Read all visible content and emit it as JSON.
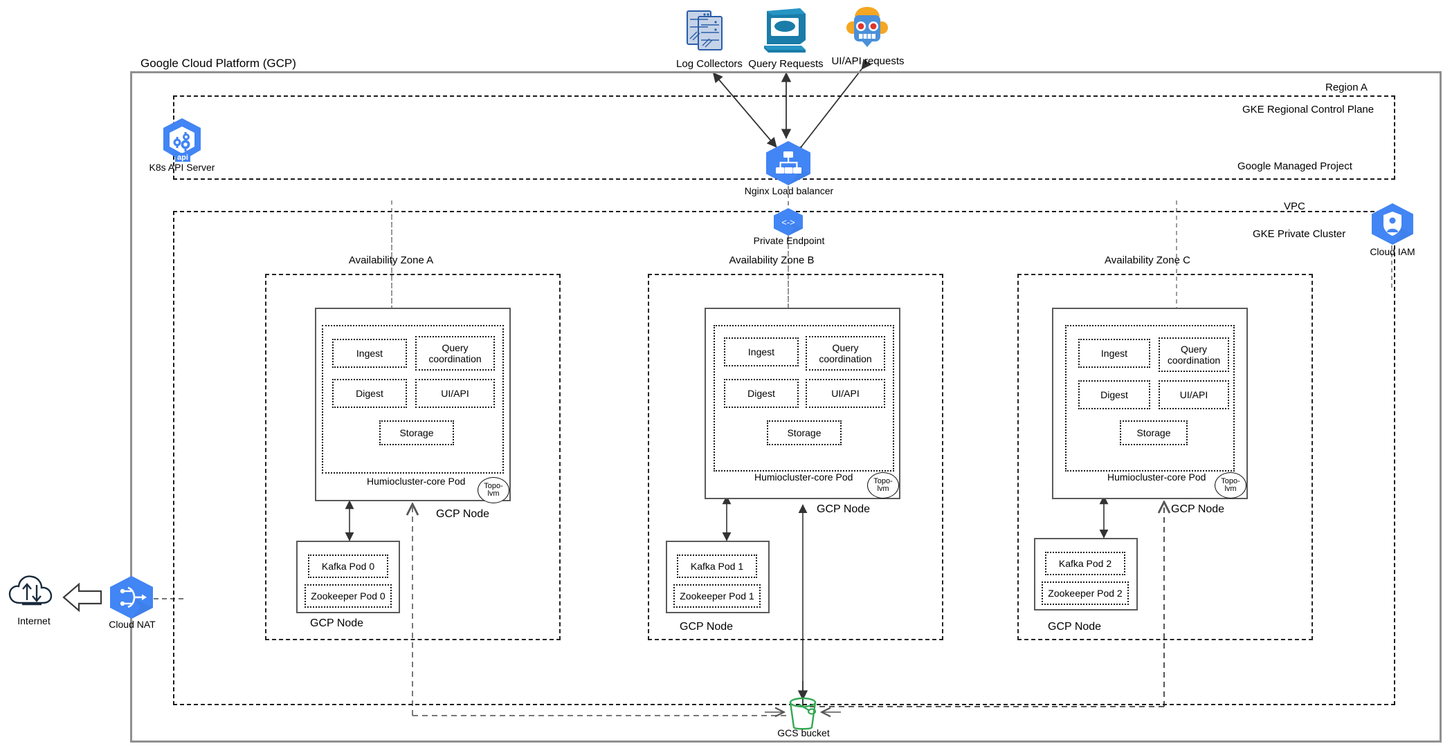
{
  "diagram": {
    "title": "Google Cloud Platform (GCP)",
    "type": "architecture-diagram"
  },
  "external_clients": [
    {
      "id": "log-collectors",
      "label": "Log Collectors",
      "icon": "servers-icon"
    },
    {
      "id": "query-requests",
      "label": "Query Requests",
      "icon": "monitor-icon"
    },
    {
      "id": "ui-api-requests",
      "label": "UI/API requests",
      "icon": "robot-icon"
    }
  ],
  "region": {
    "label": "Region A",
    "control_plane": {
      "title": "GKE Regional Control Plane",
      "subtitle": "Google Managed Project"
    }
  },
  "vpc": {
    "label": "VPC",
    "cluster_label": "GKE Private Cluster"
  },
  "services": {
    "k8s_api_server": {
      "label": "K8s API Server",
      "icon": "kubernetes-api-icon",
      "badge": "api"
    },
    "nginx_load_balancer": {
      "label": "Nginx Load balancer",
      "icon": "load-balancer-icon"
    },
    "private_endpoint": {
      "label": "Private Endpoint",
      "icon": "private-endpoint-icon"
    },
    "cloud_iam": {
      "label": "Cloud IAM",
      "icon": "cloud-iam-icon"
    },
    "cloud_nat": {
      "label": "Cloud NAT",
      "icon": "cloud-nat-icon"
    },
    "internet": {
      "label": "Internet",
      "icon": "internet-cloud-icon"
    },
    "gcs_bucket": {
      "label": "GCS bucket",
      "icon": "bucket-icon"
    }
  },
  "zones": [
    {
      "id": "zone-a",
      "label": "Availability Zone A",
      "core_node": {
        "node_caption": "GCP Node",
        "pod_caption": "Humiocluster-core Pod",
        "storage_badge": "Topo-lvm",
        "storage_badge_line1": "Topo-",
        "storage_badge_line2": "lvm",
        "components": [
          {
            "id": "ingest",
            "label": "Ingest"
          },
          {
            "id": "query-coordination",
            "label": "Query coordination"
          },
          {
            "id": "digest",
            "label": "Digest"
          },
          {
            "id": "ui-api",
            "label": "UI/API"
          },
          {
            "id": "storage",
            "label": "Storage"
          }
        ]
      },
      "kafka_node": {
        "node_caption": "GCP Node",
        "pods": [
          {
            "id": "kafka-pod-0",
            "label": "Kafka Pod 0"
          },
          {
            "id": "zookeeper-pod-0",
            "label": "Zookeeper Pod 0"
          }
        ]
      }
    },
    {
      "id": "zone-b",
      "label": "Availability Zone B",
      "core_node": {
        "node_caption": "GCP Node",
        "pod_caption": "Humiocluster-core Pod",
        "storage_badge": "Topo-lvm",
        "storage_badge_line1": "Topo-",
        "storage_badge_line2": "lvm",
        "components": [
          {
            "id": "ingest",
            "label": "Ingest"
          },
          {
            "id": "query-coordination",
            "label": "Query coordination"
          },
          {
            "id": "digest",
            "label": "Digest"
          },
          {
            "id": "ui-api",
            "label": "UI/API"
          },
          {
            "id": "storage",
            "label": "Storage"
          }
        ]
      },
      "kafka_node": {
        "node_caption": "GCP Node",
        "pods": [
          {
            "id": "kafka-pod-1",
            "label": "Kafka Pod 1"
          },
          {
            "id": "zookeeper-pod-1",
            "label": "Zookeeper Pod 1"
          }
        ]
      }
    },
    {
      "id": "zone-c",
      "label": "Availability Zone C",
      "core_node": {
        "node_caption": "GCP Node",
        "pod_caption": "Humiocluster-core Pod",
        "storage_badge": "Topo-lvm",
        "storage_badge_line1": "Topo-",
        "storage_badge_line2": "lvm",
        "components": [
          {
            "id": "ingest",
            "label": "Ingest"
          },
          {
            "id": "query-coordination",
            "label": "Query coordination"
          },
          {
            "id": "digest",
            "label": "Digest"
          },
          {
            "id": "ui-api",
            "label": "UI/API"
          },
          {
            "id": "storage",
            "label": "Storage"
          }
        ]
      },
      "kafka_node": {
        "node_caption": "GCP Node",
        "pods": [
          {
            "id": "kafka-pod-2",
            "label": "Kafka Pod 2"
          },
          {
            "id": "zookeeper-pod-2",
            "label": "Zookeeper Pod 2"
          }
        ]
      }
    }
  ],
  "colors": {
    "gcp_blue": "#4285F4",
    "frame_gray": "#909090",
    "bucket_green": "#34A853",
    "line_dark": "#1a1a1a"
  }
}
